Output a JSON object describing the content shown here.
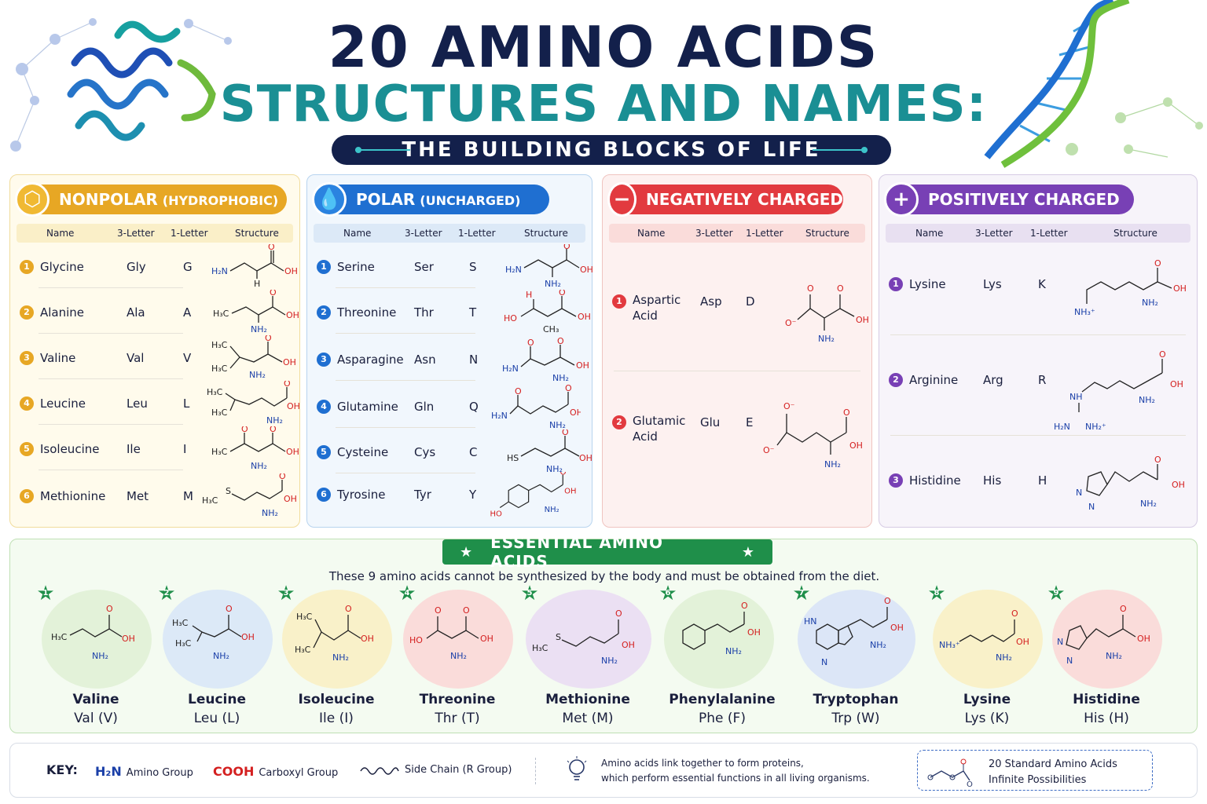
{
  "header": {
    "title_line1": "20 AMINO ACIDS",
    "title_line2": "STRUCTURES AND NAMES:",
    "subtitle": "THE BUILDING BLOCKS OF LIFE"
  },
  "columns": {
    "name": "Name",
    "three": "3-Letter",
    "one": "1-Letter",
    "structure": "Structure"
  },
  "categories": {
    "nonpolar": {
      "title": "NONPOLAR",
      "subtitle": "(HYDROPHOBIC)",
      "color": "#e7a724",
      "items": [
        {
          "n": "1",
          "name": "Glycine",
          "three": "Gly",
          "one": "G"
        },
        {
          "n": "2",
          "name": "Alanine",
          "three": "Ala",
          "one": "A"
        },
        {
          "n": "3",
          "name": "Valine",
          "three": "Val",
          "one": "V"
        },
        {
          "n": "4",
          "name": "Leucine",
          "three": "Leu",
          "one": "L"
        },
        {
          "n": "5",
          "name": "Isoleucine",
          "three": "Ile",
          "one": "I"
        },
        {
          "n": "6",
          "name": "Methionine",
          "three": "Met",
          "one": "M"
        }
      ]
    },
    "polar": {
      "title": "POLAR",
      "subtitle": "(UNCHARGED)",
      "color": "#1f6fd1",
      "items": [
        {
          "n": "1",
          "name": "Serine",
          "three": "Ser",
          "one": "S"
        },
        {
          "n": "2",
          "name": "Threonine",
          "three": "Thr",
          "one": "T"
        },
        {
          "n": "3",
          "name": "Asparagine",
          "three": "Asn",
          "one": "N"
        },
        {
          "n": "4",
          "name": "Glutamine",
          "three": "Gln",
          "one": "Q"
        },
        {
          "n": "5",
          "name": "Cysteine",
          "three": "Cys",
          "one": "C"
        },
        {
          "n": "6",
          "name": "Tyrosine",
          "three": "Tyr",
          "one": "Y"
        }
      ]
    },
    "negative": {
      "title": "NEGATIVELY CHARGED",
      "color": "#e23a3f",
      "items": [
        {
          "n": "1",
          "name_l1": "Aspartic",
          "name_l2": "Acid",
          "three": "Asp",
          "one": "D"
        },
        {
          "n": "2",
          "name_l1": "Glutamic",
          "name_l2": "Acid",
          "three": "Glu",
          "one": "E"
        }
      ]
    },
    "positive": {
      "title": "POSITIVELY CHARGED",
      "color": "#7840b5",
      "items": [
        {
          "n": "1",
          "name": "Lysine",
          "three": "Lys",
          "one": "K"
        },
        {
          "n": "2",
          "name": "Arginine",
          "three": "Arg",
          "one": "R"
        },
        {
          "n": "3",
          "name": "Histidine",
          "three": "His",
          "one": "H"
        }
      ]
    }
  },
  "essential": {
    "title": "ESSENTIAL AMINO ACIDS",
    "description": "These 9 amino acids cannot be synthesized by the body and must be obtained from the diet.",
    "items": [
      {
        "n": "1",
        "name": "Valine",
        "code": "Val (V)",
        "color": "#e3f2d9"
      },
      {
        "n": "2",
        "name": "Leucine",
        "code": "Leu (L)",
        "color": "#dce9f7"
      },
      {
        "n": "3",
        "name": "Isoleucine",
        "code": "Ile (I)",
        "color": "#f9f1c9"
      },
      {
        "n": "4",
        "name": "Threonine",
        "code": "Thr (T)",
        "color": "#fadcda"
      },
      {
        "n": "5",
        "name": "Methionine",
        "code": "Met (M)",
        "color": "#ebe0f3"
      },
      {
        "n": "6",
        "name": "Phenylalanine",
        "code": "Phe (F)",
        "color": "#e3f2d9"
      },
      {
        "n": "7",
        "name": "Tryptophan",
        "code": "Trp (W)",
        "color": "#dce6f7"
      },
      {
        "n": "8",
        "name": "Lysine",
        "code": "Lys (K)",
        "color": "#f9f1c9"
      },
      {
        "n": "9",
        "name": "Histidine",
        "code": "His (H)",
        "color": "#fadcda"
      }
    ]
  },
  "key": {
    "label": "KEY:",
    "amino_symbol": "H₂N",
    "amino_text": "Amino Group",
    "carboxyl_symbol": "COOH",
    "carboxyl_text": "Carboxyl Group",
    "side_chain_text": "Side Chain (R Group)",
    "note_line1": "Amino acids link together to form proteins,",
    "note_line2": "which perform essential functions in all living organisms.",
    "box_line1": "20 Standard Amino Acids",
    "box_line2": "Infinite Possibilities"
  }
}
